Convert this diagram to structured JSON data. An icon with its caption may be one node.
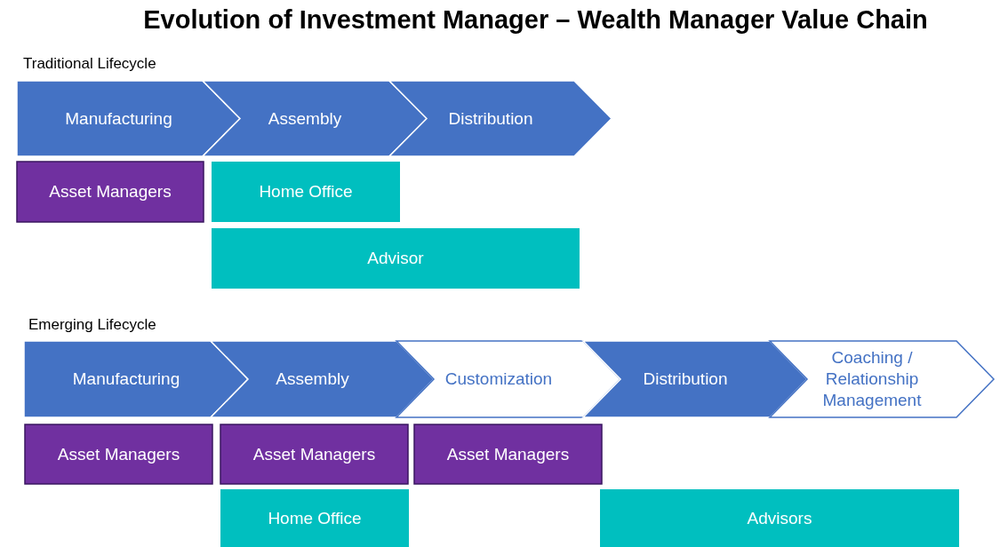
{
  "diagram": {
    "title": "Evolution of Investment Manager – Wealth Manager Value Chain",
    "nodes": [
      {
        "text": [
          "Manufacturing"
        ]
      },
      {
        "text": [
          "Assembly"
        ]
      },
      {
        "text": [
          "Distribution"
        ]
      },
      {
        "text": [
          "Asset Managers"
        ]
      },
      {
        "text": [
          "Home Office"
        ]
      },
      {
        "text": [
          "Advisor"
        ]
      },
      {
        "text": [
          "Manufacturing"
        ]
      },
      {
        "text": [
          "Assembly"
        ]
      },
      {
        "text": [
          "Customization"
        ]
      },
      {
        "text": [
          "Distribution"
        ]
      },
      {
        "text": [
          "Coaching / Relationship Management"
        ]
      },
      {
        "text": [
          "Asset Managers"
        ]
      },
      {
        "text": [
          "Asset Managers"
        ]
      },
      {
        "text": [
          "Asset Managers"
        ]
      },
      {
        "text": [
          "Home Office"
        ]
      },
      {
        "text": [
          "Advisors"
        ]
      }
    ],
    "labels": [
      "Traditional Lifecycle",
      "Emerging Lifecycle"
    ]
  }
}
